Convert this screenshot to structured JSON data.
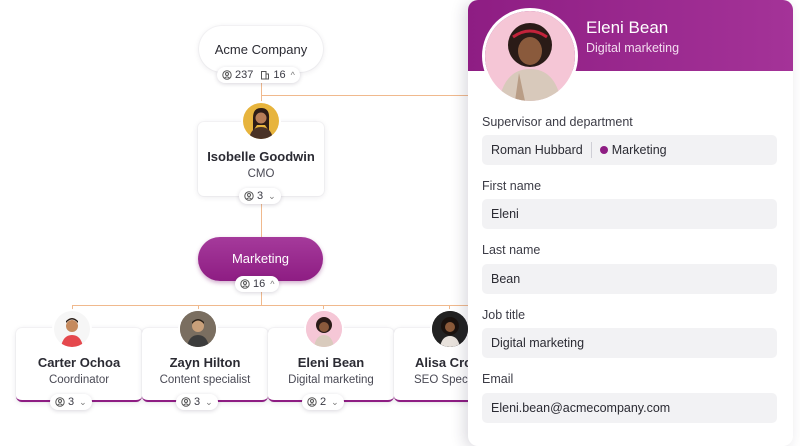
{
  "company": {
    "name": "Acme Company",
    "employees": "237",
    "departments": "16"
  },
  "cmo": {
    "name": "Isobelle Goodwin",
    "title": "CMO",
    "reports": "3"
  },
  "department": {
    "name": "Marketing",
    "members": "16"
  },
  "team": [
    {
      "name": "Carter Ochoa",
      "title": "Coordinator",
      "reports": "3"
    },
    {
      "name": "Zayn Hilton",
      "title": "Content specialist",
      "reports": "3"
    },
    {
      "name": "Eleni Bean",
      "title": "Digital marketing",
      "reports": "2"
    },
    {
      "name": "Alisa Cros",
      "title": "SEO Speci"
    }
  ],
  "panel": {
    "name": "Eleni Bean",
    "role": "Digital marketing",
    "supervisor_label": "Supervisor and department",
    "supervisor": "Roman Hubbard",
    "department": "Marketing",
    "first_name_label": "First name",
    "first_name": "Eleni",
    "last_name_label": "Last name",
    "last_name": "Bean",
    "job_title_label": "Job title",
    "job_title": "Digital marketing",
    "email_label": "Email",
    "email": "Eleni.bean@acmecompany.com"
  },
  "colors": {
    "accent": "#8e1d83",
    "connector": "#f0b98d",
    "field_bg": "#f2f2f4"
  }
}
